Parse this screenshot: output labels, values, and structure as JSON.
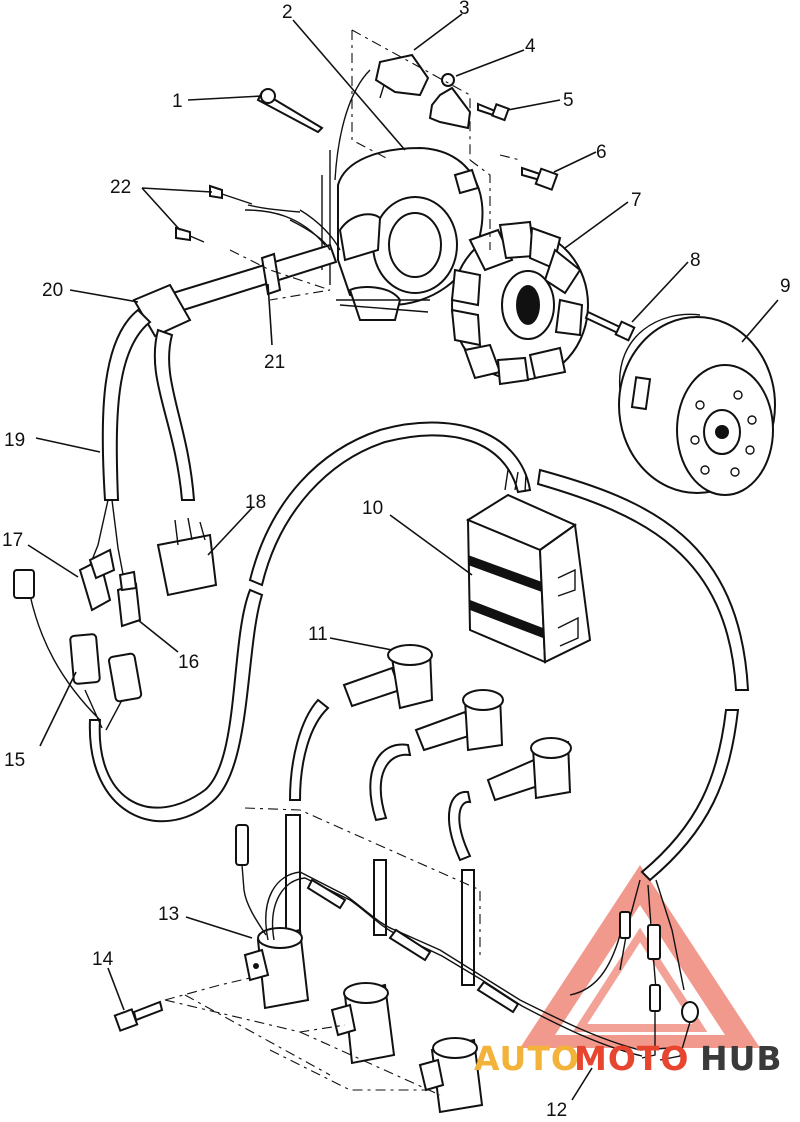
{
  "callouts": [
    {
      "id": "1",
      "label": "1"
    },
    {
      "id": "2",
      "label": "2"
    },
    {
      "id": "3",
      "label": "3"
    },
    {
      "id": "4",
      "label": "4"
    },
    {
      "id": "5",
      "label": "5"
    },
    {
      "id": "6",
      "label": "6"
    },
    {
      "id": "7",
      "label": "7"
    },
    {
      "id": "8",
      "label": "8"
    },
    {
      "id": "9",
      "label": "9"
    },
    {
      "id": "10",
      "label": "10"
    },
    {
      "id": "11",
      "label": "11"
    },
    {
      "id": "12",
      "label": "12"
    },
    {
      "id": "13",
      "label": "13"
    },
    {
      "id": "14",
      "label": "14"
    },
    {
      "id": "15",
      "label": "15"
    },
    {
      "id": "16",
      "label": "16"
    },
    {
      "id": "17",
      "label": "17"
    },
    {
      "id": "18",
      "label": "18"
    },
    {
      "id": "19",
      "label": "19"
    },
    {
      "id": "20",
      "label": "20"
    },
    {
      "id": "21",
      "label": "21"
    },
    {
      "id": "22",
      "label": "22"
    }
  ],
  "watermark": {
    "part1": "AUTO",
    "part2": "MOTO",
    "part3": "HUB",
    "colors": {
      "auto": "#f3b23a",
      "moto": "#e8452f",
      "hub": "#3a3a3a",
      "triangle": "#e8452f"
    }
  }
}
